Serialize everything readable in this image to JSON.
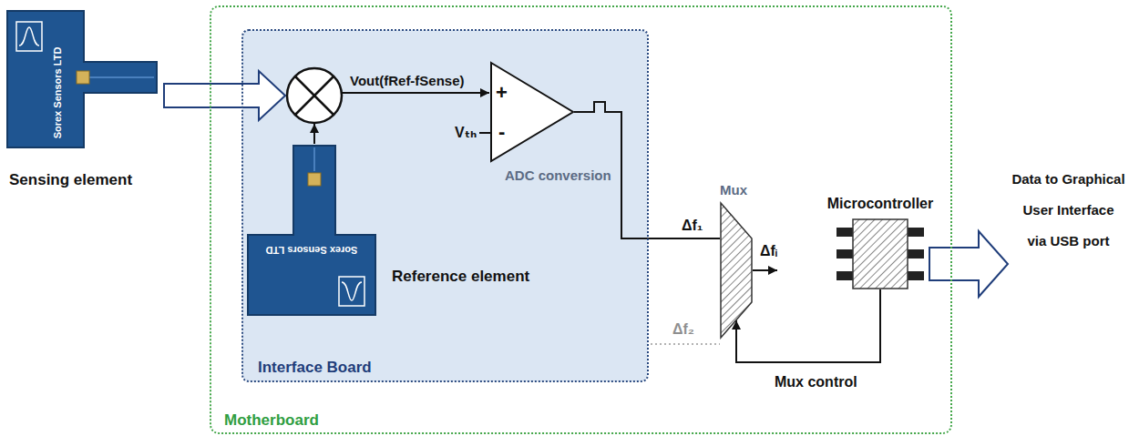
{
  "diagram": {
    "nodes": [
      {
        "text": [
          "Sorex Sensors LTD",
          "Sensing element"
        ]
      },
      {
        "text": [
          "Motherboard"
        ]
      },
      {
        "text": [
          "Interface Board"
        ],
        "in": 1
      },
      {
        "text": [
          "Sorex Sensors LTD",
          "Reference element"
        ],
        "in": 2
      },
      {
        "text": [
          "+",
          "-",
          "ADC conversion"
        ],
        "in": 2
      },
      {
        "text": [
          "Mux"
        ],
        "in": 1
      },
      {
        "text": [
          "Microcontroller"
        ],
        "in": 1
      }
    ],
    "edges": [
      {
        "from": 4,
        "to": 5,
        "label": "Δf₁",
        "arrow": "none"
      },
      {
        "from": 6,
        "to": 5,
        "label": "Mux control",
        "arrow": "to"
      }
    ],
    "labels": [
      "Vout(fRef-fSense)",
      "Vₜₕ",
      "Δf₂",
      "Δfᵢ",
      "Data to Graphical User Interface via USB port"
    ]
  }
}
